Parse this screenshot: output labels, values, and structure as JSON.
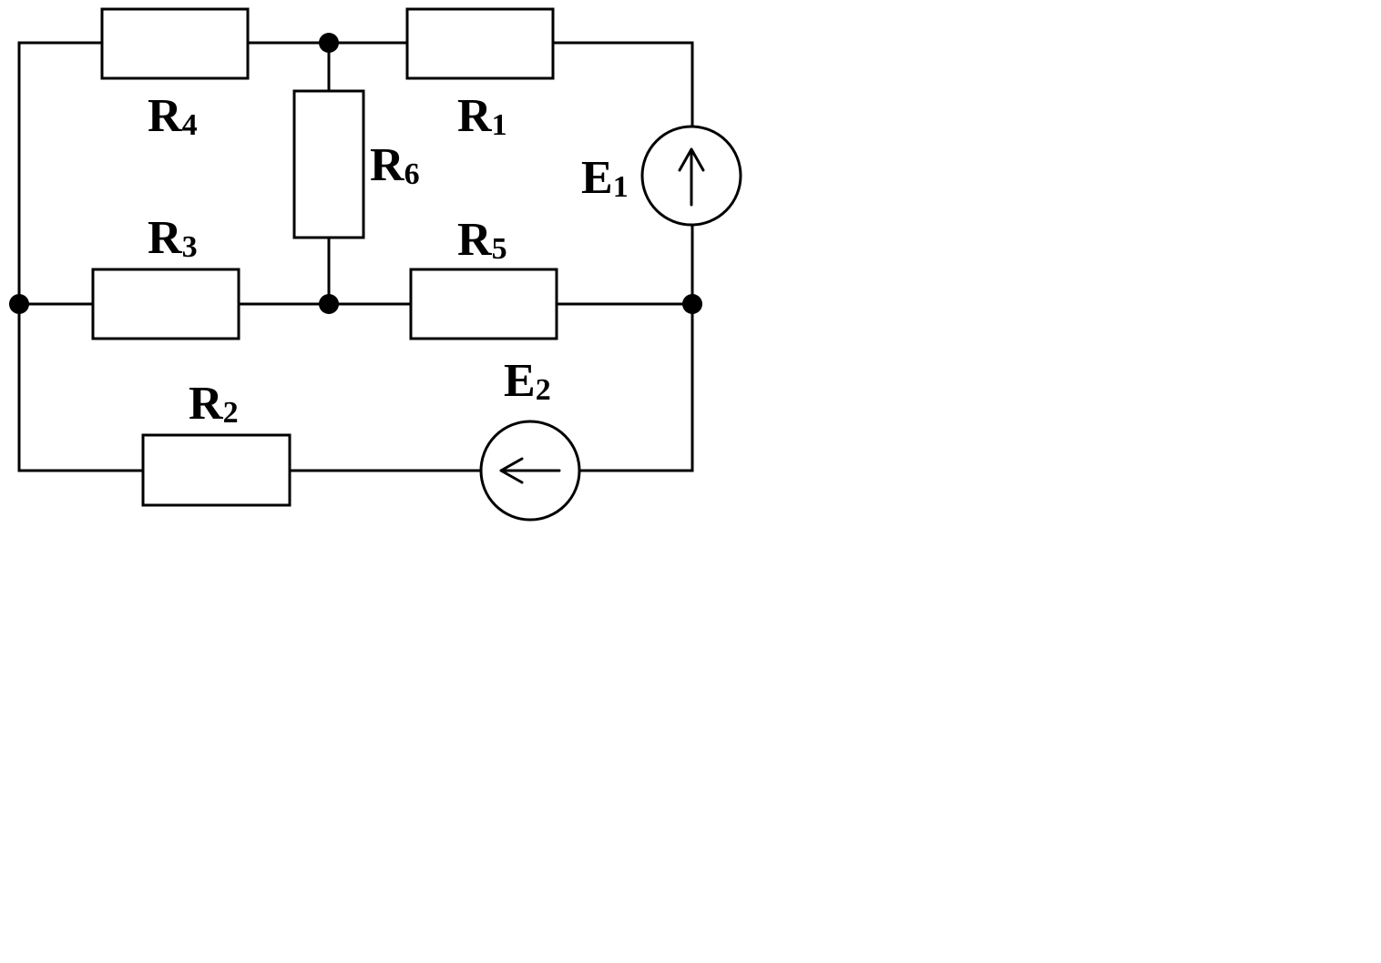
{
  "labels": {
    "r4": {
      "base": "R",
      "sub": "4"
    },
    "r1": {
      "base": "R",
      "sub": "1"
    },
    "r6": {
      "base": "R",
      "sub": "6"
    },
    "e1": {
      "base": "E",
      "sub": "1"
    },
    "r3": {
      "base": "R",
      "sub": "3"
    },
    "r5": {
      "base": "R",
      "sub": "5"
    },
    "e2": {
      "base": "E",
      "sub": "2"
    },
    "r2": {
      "base": "R",
      "sub": "2"
    }
  }
}
